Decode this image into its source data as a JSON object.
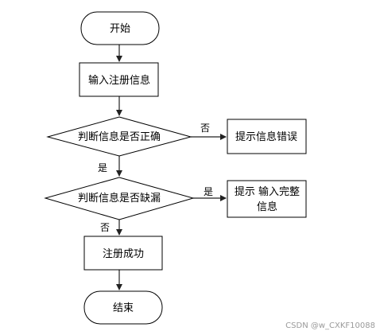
{
  "nodes": {
    "start": "开始",
    "input": "输入注册信息",
    "check_correct": "判断信息是否正确",
    "error_tip": "提示信息错误",
    "check_missing": "判断信息是否缺漏",
    "complete_tip_line1": "提示 输入完整",
    "complete_tip_line2": "信息",
    "success": "注册成功",
    "end": "结束"
  },
  "edges": {
    "correct_no": "否",
    "correct_yes": "是",
    "missing_yes": "是",
    "missing_no": "否"
  },
  "watermark": "CSDN @w_CXKF10088"
}
